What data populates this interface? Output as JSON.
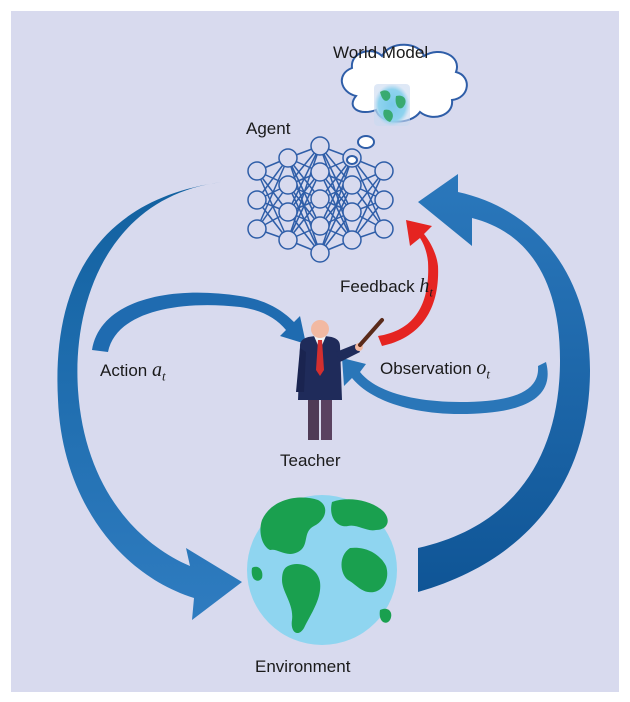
{
  "labels": {
    "world_model": "World Model",
    "agent": "Agent",
    "feedback": "Feedback",
    "feedback_var": "h",
    "feedback_sub": "t",
    "action": "Action",
    "action_var": "a",
    "action_sub": "t",
    "observation": "Observation",
    "observation_var": "o",
    "observation_sub": "t",
    "teacher": "Teacher",
    "environment": "Environment"
  },
  "colors": {
    "background": "#d8daee",
    "arrow_dark": "#1565a8",
    "arrow_light": "#3d86c6",
    "feedback_arrow": "#e52421",
    "network": "#2f5ea8",
    "ocean": "#8fd5f0",
    "land": "#1aa04f",
    "suit": "#1f2b5a",
    "trousers": "#4f3b56",
    "tie": "#d32f2f"
  }
}
